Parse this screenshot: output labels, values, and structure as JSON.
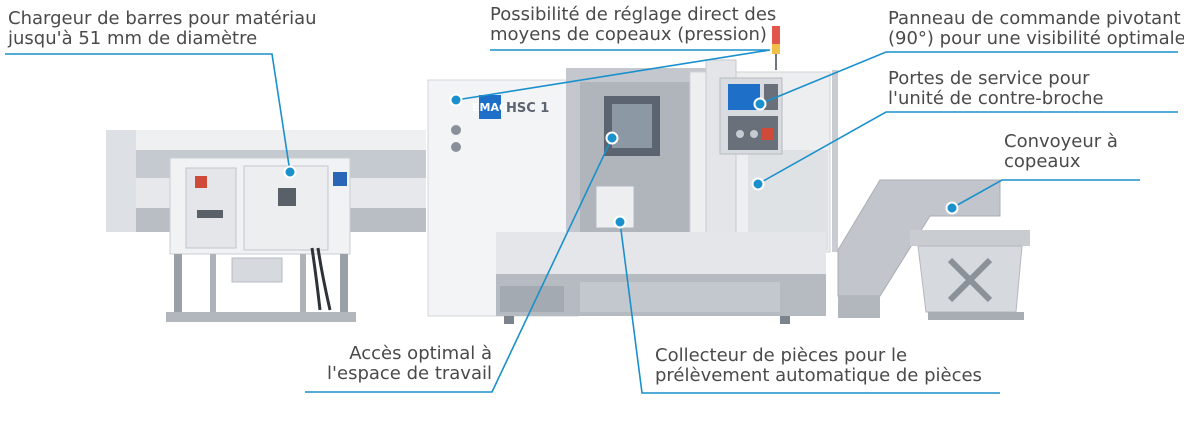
{
  "colors": {
    "accent": "#1a90cc",
    "label_text": "#4a4a4a",
    "machine_light": "#e9ebee",
    "machine_mid": "#b6bcc4",
    "machine_dark": "#8c939c",
    "screen_blue": "#1e6fc8"
  },
  "machine": {
    "model": "HSC 1",
    "brand": "EMAG"
  },
  "callouts": [
    {
      "id": "bar-loader",
      "lines": [
        "Chargeur de barres pour matériau",
        "jusqu'à 51 mm de diamètre"
      ]
    },
    {
      "id": "chip-pressure",
      "lines": [
        "Possibilité de réglage direct des",
        "moyens de copeaux (pression)"
      ]
    },
    {
      "id": "control-panel",
      "lines": [
        "Panneau de commande pivotant",
        "(90°) pour une visibilité optimale"
      ]
    },
    {
      "id": "service-doors",
      "lines": [
        "Portes de service pour",
        "l'unité de contre-broche"
      ]
    },
    {
      "id": "chip-conveyor",
      "lines": [
        "Convoyeur à",
        "copeaux"
      ]
    },
    {
      "id": "work-area",
      "lines": [
        "Accès optimal à",
        "l'espace de travail"
      ]
    },
    {
      "id": "parts-collector",
      "lines": [
        "Collecteur de pièces pour le",
        "prélèvement automatique de pièces"
      ]
    }
  ]
}
